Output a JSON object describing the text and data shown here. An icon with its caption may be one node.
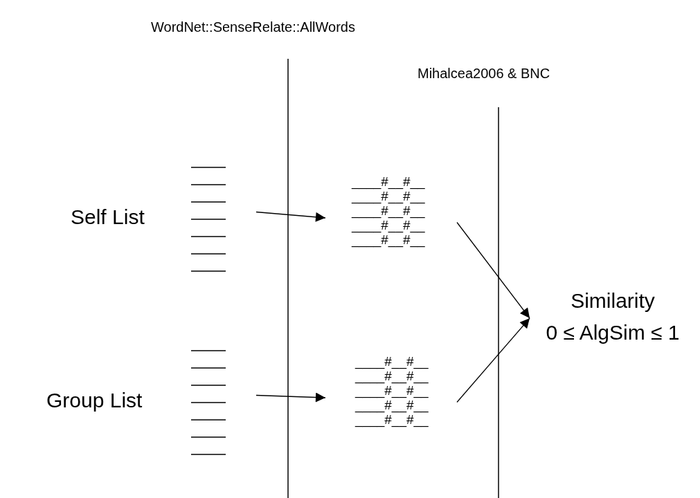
{
  "diagram": {
    "nodes": [
      {
        "text": [
          "Self List"
        ]
      },
      {
        "text": [
          "____#__#__ ____#__#__ ____#__#__ ____#__#__ ____#__#__"
        ]
      },
      {
        "text": [
          "Group List"
        ]
      },
      {
        "text": [
          "____#__#__ ____#__#__ ____#__#__ ____#__#__ ____#__#__"
        ]
      },
      {
        "text": [
          "Similarity",
          "0 ≤ AlgSim ≤ 1"
        ]
      }
    ],
    "edges": [
      {
        "from": 0,
        "to": 1,
        "arrow": "to"
      },
      {
        "from": 2,
        "to": 3,
        "arrow": "to"
      },
      {
        "from": 1,
        "to": 4,
        "arrow": "to"
      },
      {
        "from": 3,
        "to": 4,
        "arrow": "to"
      }
    ],
    "labels": [
      "WordNet::SenseRelate::AllWords",
      "Mihalcea2006 & BNC"
    ]
  }
}
